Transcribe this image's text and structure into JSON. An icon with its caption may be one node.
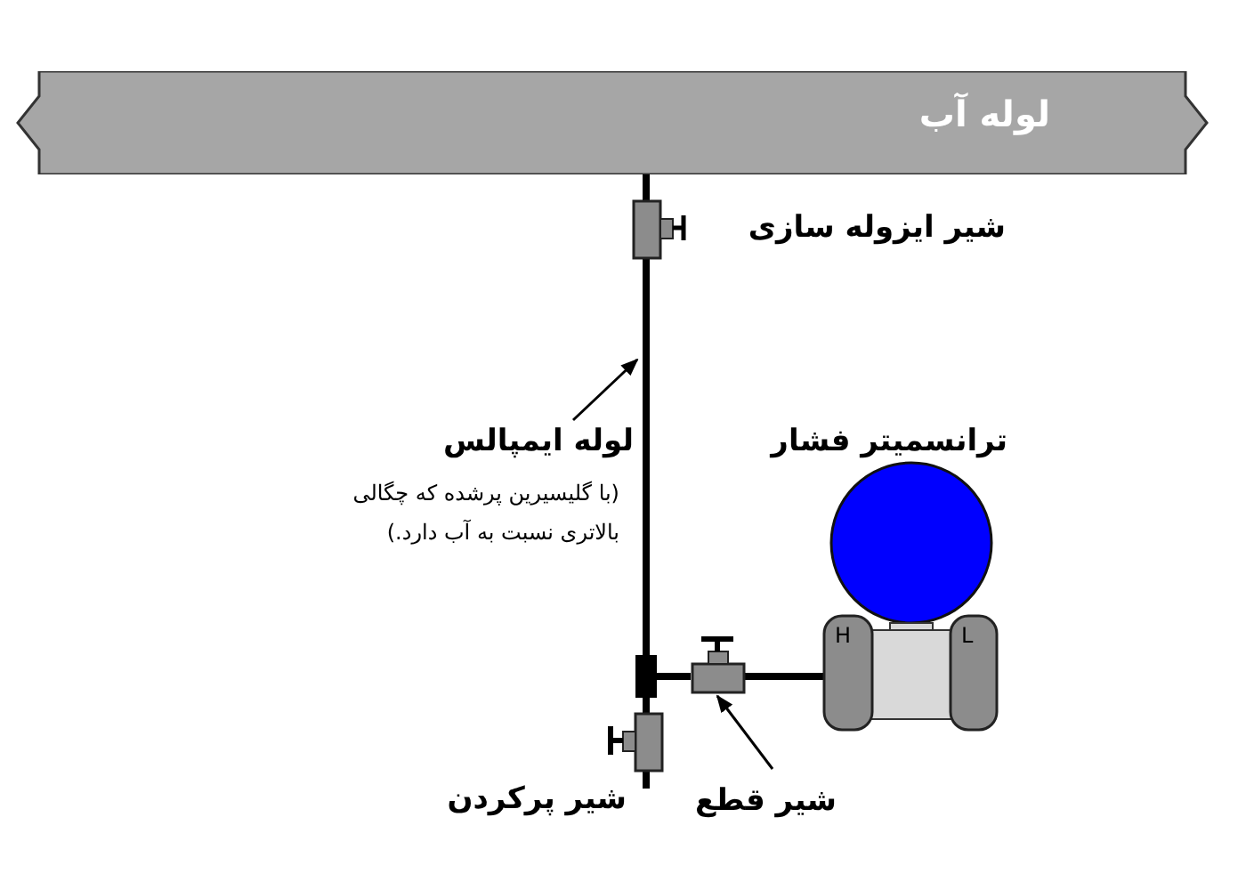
{
  "diagram": {
    "nodes": [
      {
        "text": [
          "لوله آب"
        ]
      },
      {
        "text": [],
        "shape": "box"
      },
      {
        "text": [
          "لوله ایمپالس",
          "(با گلیسیرین پرشده که چگالی بالاتری نسبت به آب دارد.)"
        ]
      },
      {
        "text": [],
        "shape": "bar"
      },
      {
        "text": [],
        "shape": "box",
        "beside": [
          "شیر پرکردن"
        ]
      },
      {
        "text": [],
        "shape": "box"
      },
      {
        "text": [
          "شیر قطع"
        ]
      },
      {
        "text": [
          "ترانسمیتر فشار"
        ],
        "beside": [
          "H",
          "L"
        ]
      }
    ],
    "edges": [
      {
        "from": 2,
        "to": 3,
        "arrow": "to"
      },
      {
        "from": 6,
        "to": 5,
        "arrow": "to"
      },
      {
        "from": 3,
        "to": 5,
        "arrow": "none",
        "style": "thick"
      },
      {
        "from": 5,
        "to": 7,
        "arrow": "other",
        "style": "thick"
      }
    ],
    "labels": [
      "شیر ایزوله سازی"
    ]
  }
}
